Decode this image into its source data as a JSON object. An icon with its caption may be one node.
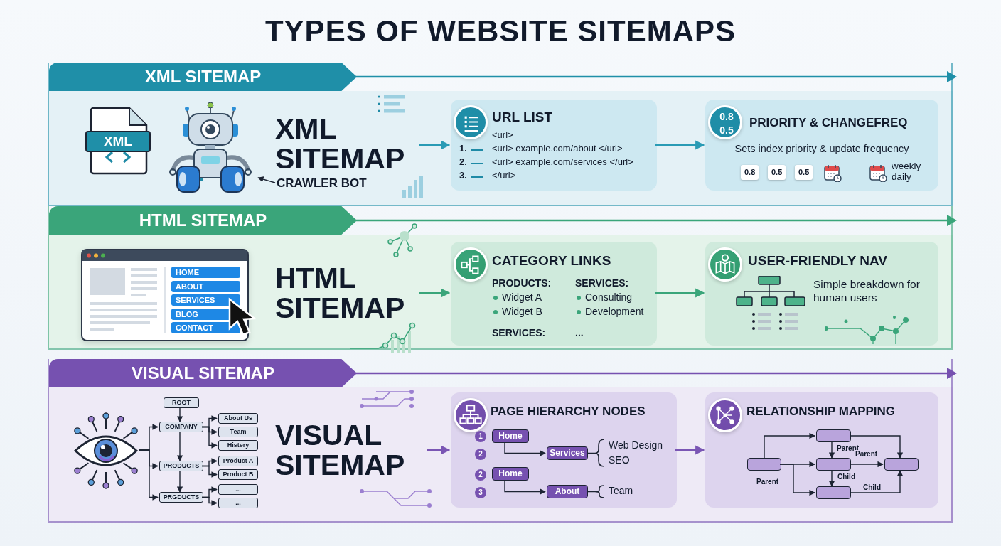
{
  "diagram": {
    "title": "TYPES OF WEBSITE SITEMAPS",
    "nodes": [
      {
        "text": [
          "XML SITEMAP"
        ]
      },
      {
        "text": [],
        "shape": "picture",
        "in": 0
      },
      {
        "text": [
          "CRAWLER BOT"
        ],
        "in": 0
      },
      {
        "text": [
          "XML SITEMAP"
        ],
        "in": 0
      },
      {
        "text": [
          "URL LIST",
          "<url>",
          "1.",
          "<url> example.com/about </url>",
          "2.",
          "<url> example.com/services </url>",
          "3.",
          "</url>"
        ],
        "in": 0
      },
      {
        "text": [
          "0.8",
          "0.5",
          "PRIORITY & CHANGEFREQ",
          "Sets index priority & update frequency",
          "0.8",
          "0.5",
          "0.5",
          "weekly daily"
        ],
        "in": 0
      },
      {
        "text": [
          "HTML SITEMAP"
        ]
      },
      {
        "text": [
          "HTML SITEMAP"
        ],
        "in": 6
      },
      {
        "text": [
          "CATEGORY LINKS",
          "PRODUCTS:",
          "Widget A",
          "Widget B",
          "SERVICES:",
          "Consulting",
          "Development",
          "SERVICES:",
          "..."
        ],
        "in": 6
      },
      {
        "text": [
          "USER-FRIENDLY NAV",
          "Simple breakdown for human users"
        ],
        "in": 6
      },
      {
        "text": [
          "VISUAL SITEMAP"
        ]
      },
      {
        "text": [],
        "shape": "picture",
        "in": 10
      },
      {
        "text": [
          "ROOT"
        ],
        "in": 10
      },
      {
        "text": [
          "COMPANY"
        ],
        "in": 10
      },
      {
        "text": [
          "About Us"
        ],
        "in": 10
      },
      {
        "text": [
          "Team"
        ],
        "in": 10
      },
      {
        "text": [
          "Histery"
        ],
        "in": 10
      },
      {
        "text": [
          "PRODUCTS"
        ],
        "in": 10
      },
      {
        "text": [
          "Product A"
        ],
        "in": 10
      },
      {
        "text": [
          "Product B"
        ],
        "in": 10
      },
      {
        "text": [
          "PRGDUCTS"
        ],
        "in": 10
      },
      {
        "text": [
          "..."
        ],
        "in": 10
      },
      {
        "text": [
          "..."
        ],
        "in": 10
      },
      {
        "text": [
          "VISUAL SITEMAP"
        ],
        "in": 10
      },
      {
        "text": [
          "PAGE HIERARCHY NODES",
          "1",
          "2",
          "2",
          "3",
          "Web Design",
          "SEO",
          "Team"
        ],
        "in": 10
      },
      {
        "text": [
          "Home"
        ],
        "in": 24
      },
      {
        "text": [
          "Services"
        ],
        "in": 24
      },
      {
        "text": [
          "Home"
        ],
        "in": 24
      },
      {
        "text": [
          "About"
        ],
        "in": 24
      },
      {
        "text": [
          "RELATIONSHIP MAPPING"
        ],
        "in": 10
      },
      {
        "text": [],
        "shape": "box",
        "in": 29
      },
      {
        "text": [],
        "shape": "box",
        "in": 29
      },
      {
        "text": [],
        "shape": "box",
        "in": 29
      },
      {
        "text": [],
        "shape": "box",
        "in": 29
      },
      {
        "text": [],
        "shape": "box",
        "in": 29
      }
    ],
    "edges": [
      {
        "from": 2,
        "to": 1,
        "arrow": "to"
      },
      {
        "from": 3,
        "to": 4,
        "arrow": "to",
        "color": "#2a9bb5"
      },
      {
        "from": 4,
        "to": 5,
        "arrow": "to",
        "color": "#2a9bb5"
      },
      {
        "from": 7,
        "to": 8,
        "arrow": "to",
        "color": "#3aa57a"
      },
      {
        "from": 8,
        "to": 9,
        "arrow": "to",
        "color": "#3aa57a"
      },
      {
        "from": 11,
        "to": 13,
        "arrow": "to"
      },
      {
        "from": 11,
        "to": 17,
        "arrow": "to"
      },
      {
        "from": 11,
        "to": 20,
        "arrow": "to"
      },
      {
        "from": 12,
        "to": 13,
        "arrow": "to"
      },
      {
        "from": 13,
        "to": 14,
        "arrow": "to"
      },
      {
        "from": 13,
        "to": 15,
        "arrow": "to"
      },
      {
        "from": 13,
        "to": 16,
        "arrow": "to"
      },
      {
        "from": 13,
        "to": 17,
        "arrow": "to"
      },
      {
        "from": 17,
        "to": 18,
        "arrow": "to"
      },
      {
        "from": 17,
        "to": 19,
        "arrow": "to"
      },
      {
        "from": 17,
        "to": 20,
        "arrow": "to"
      },
      {
        "from": 20,
        "to": 21,
        "arrow": "to"
      },
      {
        "from": 20,
        "to": 22,
        "arrow": "to"
      },
      {
        "from": 23,
        "to": 24,
        "arrow": "to",
        "color": "#7a56b4"
      },
      {
        "from": 24,
        "to": 29,
        "arrow": "to",
        "color": "#7a56b4"
      },
      {
        "from": 25,
        "to": 26,
        "arrow": "to"
      },
      {
        "from": 27,
        "to": 28,
        "arrow": "to"
      },
      {
        "from": 30,
        "to": 31,
        "arrow": "to"
      },
      {
        "from": 31,
        "to": 33,
        "arrow": "to"
      },
      {
        "from": 31,
        "to": 32,
        "arrow": "to",
        "label": "Parent"
      },
      {
        "from": 32,
        "to": 33,
        "arrow": "to",
        "label": "Parent"
      },
      {
        "from": 30,
        "to": 32,
        "arrow": "to"
      },
      {
        "from": 30,
        "to": 34,
        "arrow": "to",
        "label": "Parent"
      },
      {
        "from": 32,
        "to": 34,
        "arrow": "to",
        "label": "Child"
      },
      {
        "from": 34,
        "to": 33,
        "arrow": "to",
        "label": "Child"
      }
    ],
    "labels": [
      "XML",
      "HOME",
      "ABOUT",
      "SERVICES",
      "BLOG",
      "CONTACT"
    ]
  }
}
